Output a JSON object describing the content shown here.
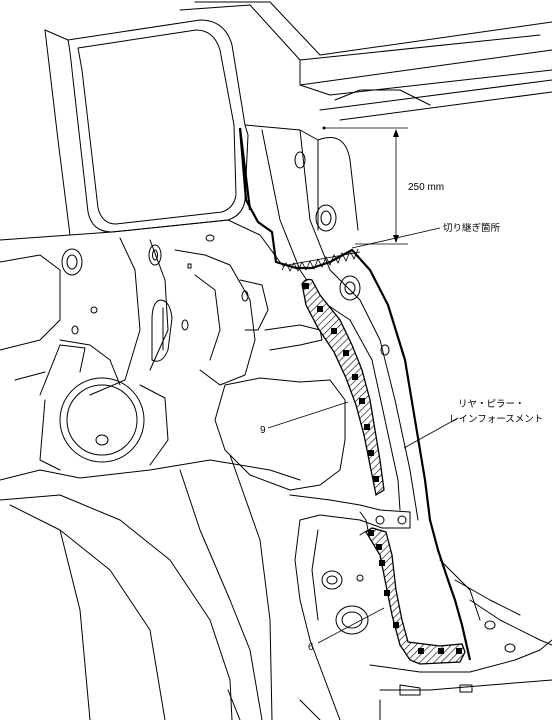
{
  "labels": {
    "dimension": "250 mm",
    "cut_point": "切り継ぎ箇所",
    "part_name_line1": "リヤ・ピラー・",
    "part_name_line2": "レインフォースメント",
    "callout_9": "9",
    "callout_6": "6"
  }
}
